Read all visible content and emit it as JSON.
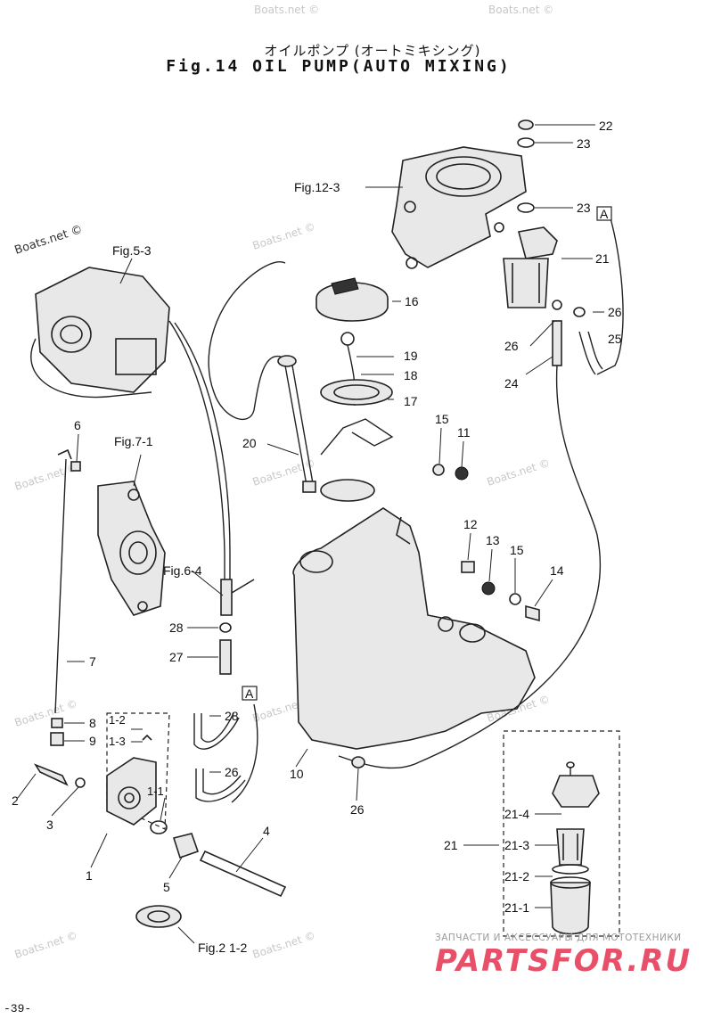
{
  "header": {
    "title_jp": "オイルポンプ (オートミキシング)",
    "title_en": "Fig.14  OIL PUMP(AUTO MIXING)"
  },
  "figure_refs": {
    "fig_12_3": "Fig.12-3",
    "fig_5_3": "Fig.5-3",
    "fig_7_1": "Fig.7-1",
    "fig_6_4": "Fig.6-4",
    "fig_21_2": "Fig.2 1-2"
  },
  "ref_marker": "A",
  "part_numbers": {
    "p1": "1",
    "p1_1": "1-1",
    "p1_2": "1-2",
    "p1_3": "1-3",
    "p2": "2",
    "p3": "3",
    "p4": "4",
    "p5": "5",
    "p6": "6",
    "p7": "7",
    "p8": "8",
    "p9": "9",
    "p10": "10",
    "p11": "11",
    "p12": "12",
    "p13": "13",
    "p14": "14",
    "p15a": "15",
    "p15b": "15",
    "p16": "16",
    "p17": "17",
    "p18": "18",
    "p19": "19",
    "p20": "20",
    "p21a": "21",
    "p21b": "21",
    "p21_1": "21-1",
    "p21_2": "21-2",
    "p21_3": "21-3",
    "p21_4": "21-4",
    "p22": "22",
    "p23a": "23",
    "p23b": "23",
    "p24": "24",
    "p25": "25",
    "p26a": "26",
    "p26b": "26",
    "p26c": "26",
    "p26d": "26",
    "p27": "27",
    "p28a": "28",
    "p28b": "28"
  },
  "watermark": "Boats.net ©",
  "logo": {
    "subtitle": "ЗАПЧАСТИ И АКСЕССУАРЫ ДЛЯ МОТОТЕХНИКИ",
    "name": "PARTSFOR.RU",
    "color": "#e8506a"
  },
  "page_number": "-39-"
}
